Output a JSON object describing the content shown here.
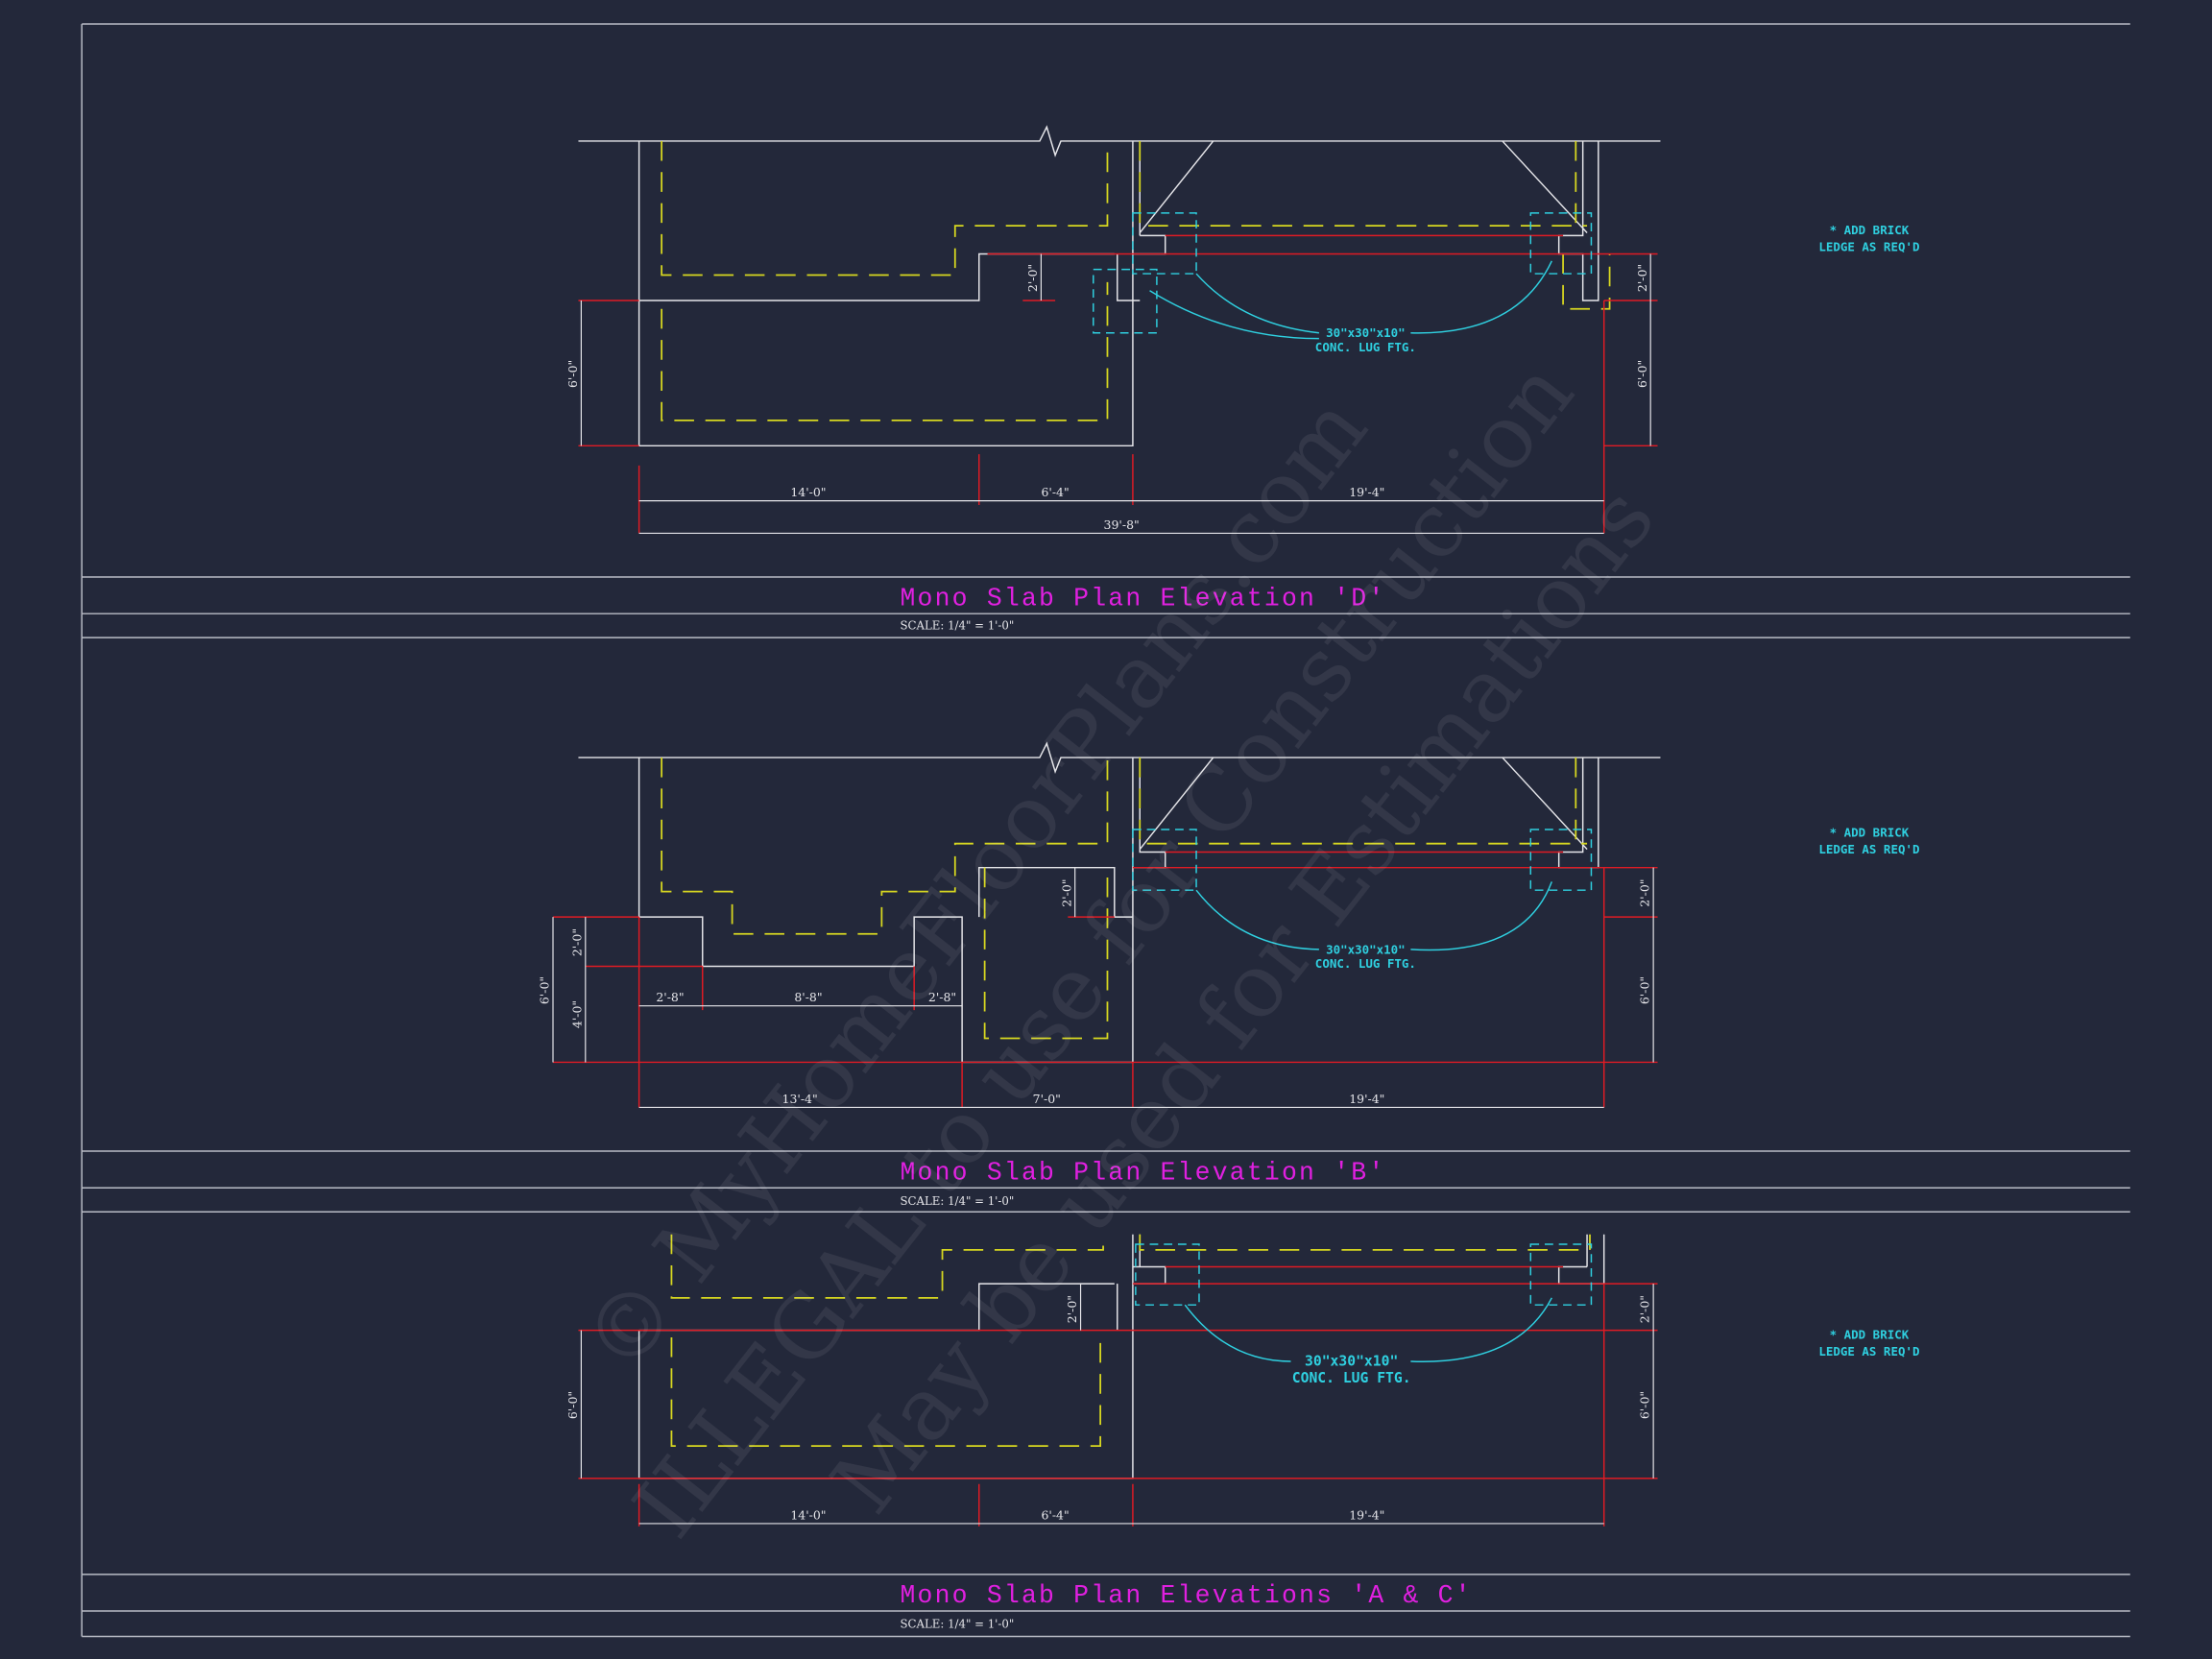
{
  "watermark": {
    "line1": "© MyHomeFloorPlans.com",
    "line2": "ILLEGAL to use for Construction",
    "line3": "May be used for Estimations"
  },
  "colors": {
    "background": "#23283a",
    "title": "#e020e0",
    "annotation": "#2fd0e0",
    "hidden_line": "#d8d820",
    "dimension_ext": "#e01b24"
  },
  "plans": [
    {
      "title": "Mono Slab Plan Elevation 'D'",
      "scale": "SCALE: 1/4\" = 1'-0\"",
      "note": "* ADD BRICK\nLEDGE AS REQ'D",
      "note_line1": "* ADD BRICK",
      "note_line2": "LEDGE AS REQ'D",
      "footing_line1": "30\"x30\"x10\"",
      "footing_line2": "CONC. LUG FTG.",
      "dims": {
        "left_v": "6'-0\"",
        "step_v": "2'-0\"",
        "right_v_top": "2'-0\"",
        "right_v_bot": "6'-0\"",
        "h1": "14'-0\"",
        "h2": "6'-4\"",
        "h3": "19'-4\"",
        "overall": "39'-8\""
      }
    },
    {
      "title": "Mono Slab Plan Elevation 'B'",
      "scale": "SCALE: 1/4\" = 1'-0\"",
      "note_line1": "* ADD BRICK",
      "note_line2": "LEDGE AS REQ'D",
      "footing_line1": "30\"x30\"x10\"",
      "footing_line2": "CONC. LUG FTG.",
      "dims": {
        "left_v": "6'-0\"",
        "left_v_top": "2'-0\"",
        "left_v_bot": "4'-0\"",
        "step_v": "2'-0\"",
        "right_v_top": "2'-0\"",
        "right_v_bot": "6'-0\"",
        "bay1": "2'-8\"",
        "bay2": "8'-8\"",
        "bay3": "2'-8\"",
        "h1": "13'-4\"",
        "h2": "7'-0\"",
        "h3": "19'-4\""
      }
    },
    {
      "title": "Mono Slab Plan Elevations 'A & C'",
      "scale": "SCALE: 1/4\" = 1'-0\"",
      "note_line1": "* ADD BRICK",
      "note_line2": "LEDGE AS REQ'D",
      "footing_line1": "30\"x30\"x10\"",
      "footing_line2": "CONC. LUG FTG.",
      "dims": {
        "left_v": "6'-0\"",
        "step_v": "2'-0\"",
        "right_v_top": "2'-0\"",
        "right_v_bot": "6'-0\"",
        "h1": "14'-0\"",
        "h2": "6'-4\"",
        "h3": "19'-4\""
      }
    }
  ]
}
